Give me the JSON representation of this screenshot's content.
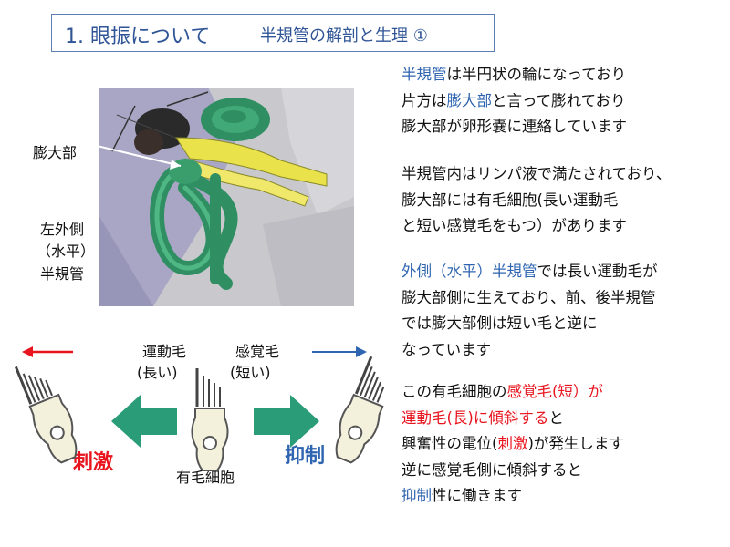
{
  "title": {
    "main": "1. 眼振について",
    "sub": "半規管の解剖と生理 ①"
  },
  "figure_labels": {
    "ampulla": "膨大部",
    "left_lateral_1": "左外側",
    "left_lateral_2": "（水平）",
    "left_lateral_3": "半規管",
    "kinocilium_1": "運動毛",
    "kinocilium_2": "(長い)",
    "stereocilia_1": "感覚毛",
    "stereocilia_2": "(短い)",
    "hair_cell": "有毛細胞",
    "excitation": "刺激",
    "inhibition": "抑制"
  },
  "paragraphs": {
    "p1": {
      "l1": {
        "a": "半規管",
        "b": "は半円状の輪になっており"
      },
      "l2": {
        "a": "片方は",
        "b": "膨大部",
        "c": "と言って膨れており"
      },
      "l3": "膨大部が卵形嚢に連絡しています"
    },
    "p2": {
      "l1": "半規管内はリンパ液で満たされており、",
      "l2": "膨大部には有毛細胞(長い運動毛",
      "l3": "と短い感覚毛をもつ）があります"
    },
    "p3": {
      "l1": {
        "a": "外側（水平）半規管",
        "b": "では長い運動毛が"
      },
      "l2": "膨大部側に生えており、前、後半規管",
      "l3": "では膨大部側は短い毛と逆に",
      "l4": "なっています"
    },
    "p4": {
      "l1": {
        "a": "この有毛細胞の",
        "b": "感覚毛(短）が"
      },
      "l2": {
        "a": "運動毛(長)に傾斜する",
        "b": "と"
      },
      "l3": {
        "a": "興奮性の電位(",
        "b": "刺激",
        "c": ")が発生します"
      },
      "l4": "逆に感覚毛側に傾斜すると",
      "l5": {
        "a": "抑制",
        "b": "性に働きます"
      }
    }
  },
  "colors": {
    "title": "#2f5597",
    "accent_blue": "#2e64b0",
    "accent_red": "#e8141e",
    "arrow_green": "#2a9c78",
    "canal_green": "#2f8f62",
    "nerve_yellow": "#e9e24a"
  }
}
